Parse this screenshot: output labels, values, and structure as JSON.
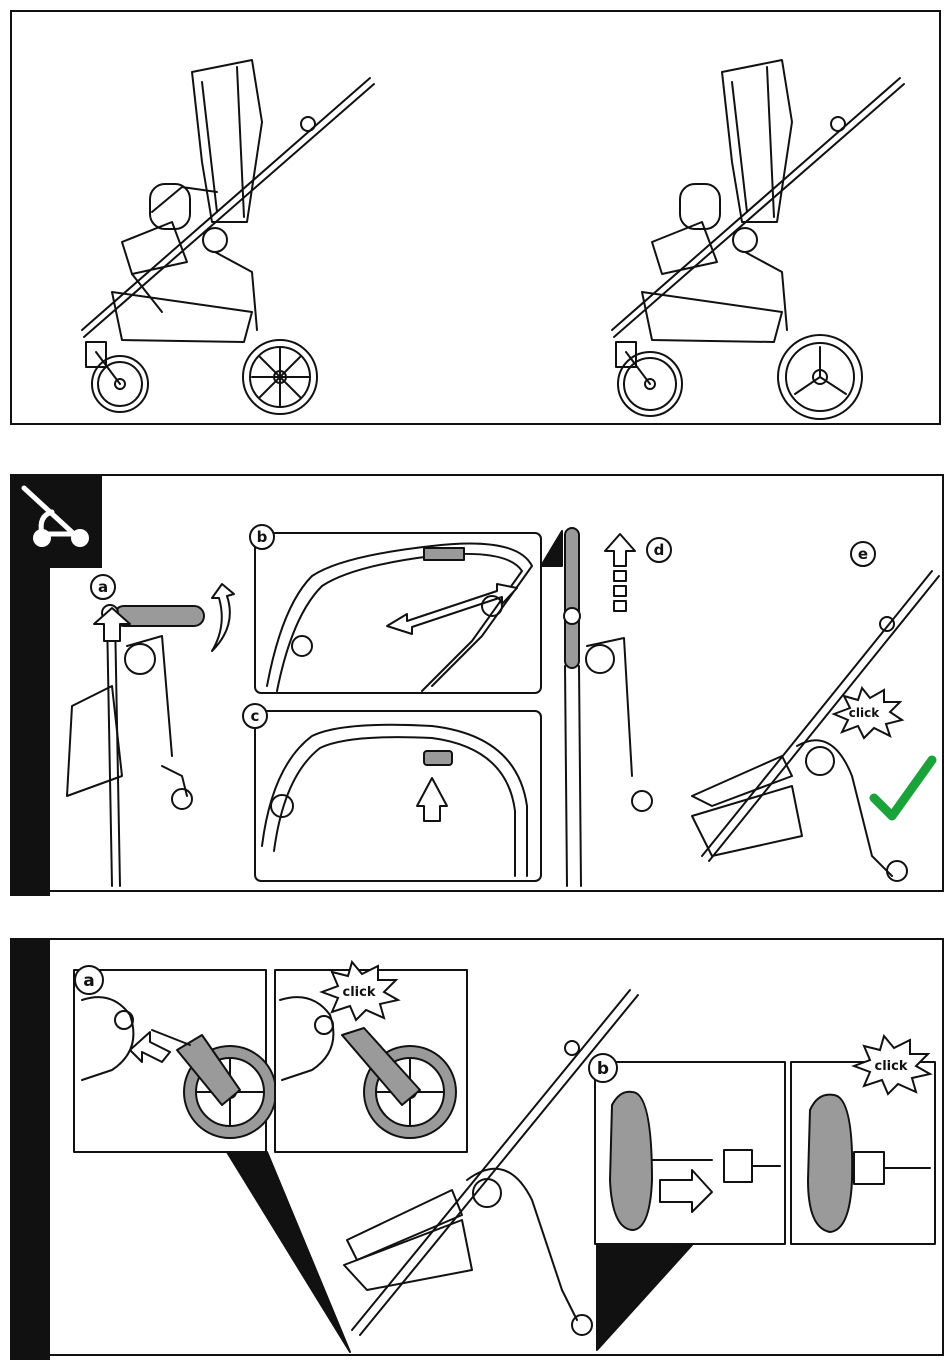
{
  "page": {
    "colors": {
      "ink": "#111111",
      "paper": "#ffffff",
      "accent_check": "#1aa33a",
      "fill_grey": "#9a9a9a"
    }
  },
  "section1": {
    "illustrations": [
      "stroller-side-view-air-tyres",
      "stroller-side-view-standard-wheels"
    ]
  },
  "section2": {
    "icon": "stroller-frame-icon",
    "step_labels": {
      "a": "a",
      "b": "b",
      "c": "c",
      "d": "d",
      "e": "e"
    },
    "click_text": "click",
    "check_icon": "checkmark-icon"
  },
  "section3": {
    "step_labels": {
      "a": "a",
      "b": "b"
    },
    "click_text_a": "click",
    "click_text_b": "click"
  }
}
